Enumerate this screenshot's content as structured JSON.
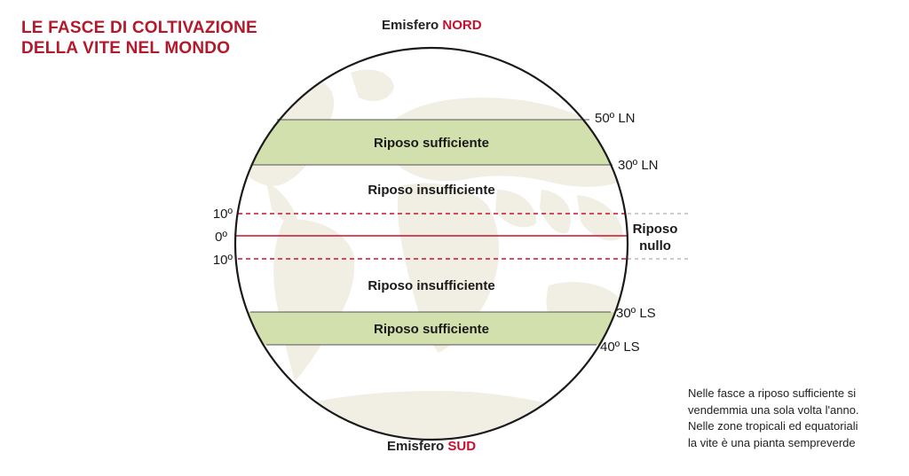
{
  "title": {
    "line1": "LE FASCE DI COLTIVAZIONE",
    "line2": "DELLA VITE NEL MONDO"
  },
  "north": {
    "label": "Emisfero",
    "accent": "NORD"
  },
  "south": {
    "label": "Emisfero",
    "accent": "SUD"
  },
  "bands": [
    {
      "label": "Riposo sufficiente",
      "kind": "sufficient"
    },
    {
      "label": "Riposo insufficiente",
      "kind": "insufficient"
    },
    {
      "label": "Riposo insufficiente",
      "kind": "insufficient"
    },
    {
      "label": "Riposo sufficiente",
      "kind": "sufficient"
    }
  ],
  "latitudes": {
    "n50": "50º LN",
    "n30": "30º LN",
    "n10": "10º",
    "eq": "0º",
    "s10": "10º",
    "s30": "30º LS",
    "s40": "40º LS"
  },
  "null_zone": {
    "line1": "Riposo",
    "line2": "nullo"
  },
  "note": {
    "line1": "Nelle fasce a riposo sufficiente si",
    "line2": "vendemmia una sola volta l'anno.",
    "line3": "Nelle zone tropicali ed equatoriali",
    "line4": "la vite è una pianta sempreverde"
  },
  "colors": {
    "title": "#b3192b",
    "accent": "#c8102e",
    "band_green": "#d2e0ad",
    "equator": "#c8102e",
    "land": "#f1efe4",
    "outline": "#1a1a1a"
  }
}
